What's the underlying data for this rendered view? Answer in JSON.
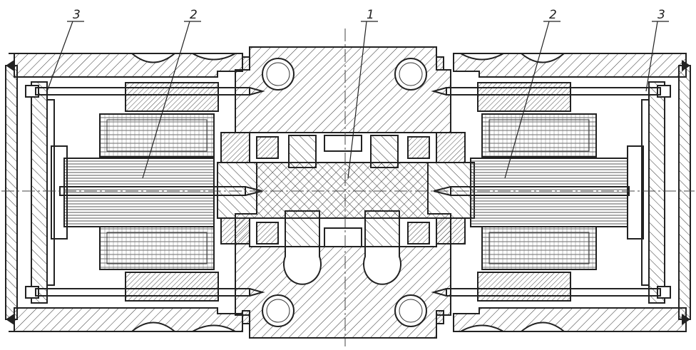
{
  "callouts": [
    {
      "id": "rotor",
      "text": "1"
    },
    {
      "id": "stator-left",
      "text": "2"
    },
    {
      "id": "stator-right",
      "text": "2"
    },
    {
      "id": "pin-left",
      "text": "3"
    },
    {
      "id": "pin-right",
      "text": "3"
    }
  ]
}
